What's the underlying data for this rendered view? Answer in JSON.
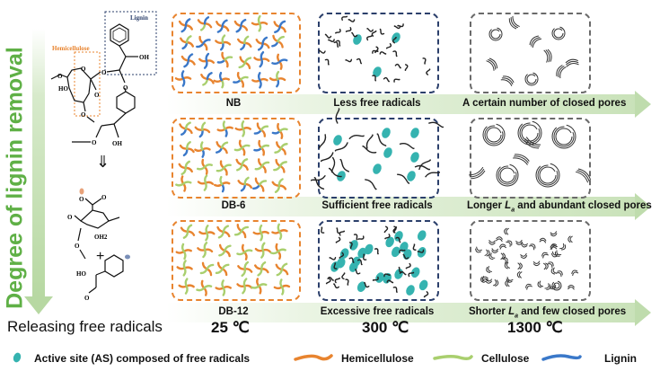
{
  "vertical_axis": {
    "label": "Degree of lignin removal",
    "color": "#5fb046"
  },
  "molecule": {
    "hemicellulose_label": "Hemicellulose",
    "lignin_label": "Lignin",
    "atoms": {
      "oh": "OH",
      "ho": "HO",
      "o": "O",
      "oh2": "OH2"
    },
    "transform_arrow": "⇓",
    "plus": "+"
  },
  "releasing_label": "Releasing free radicals",
  "rows": [
    {
      "sample": "NB",
      "stage2": "Less free radicals",
      "stage3": "A certain number of closed pores",
      "lignin_share": "high"
    },
    {
      "sample": "DB-6",
      "stage2": "Sufficient free radicals",
      "stage3_prefix": "Longer ",
      "stage3_sym": "La",
      "stage3_suffix": " and abundant closed pores",
      "lignin_share": "medium"
    },
    {
      "sample": "DB-12",
      "stage2": "Excessive free radicals",
      "stage3_prefix": "Shorter ",
      "stage3_sym": "La",
      "stage3_suffix": " and few closed pores",
      "lignin_share": "low"
    }
  ],
  "temperatures": [
    "25 ℃",
    "300 ℃",
    "1300 ℃"
  ],
  "legend": {
    "active_site": "Active site (AS) composed of free radicals",
    "hemicellulose": "Hemicellulose",
    "cellulose": "Cellulose",
    "lignin": "Lignin"
  },
  "colors": {
    "hemicellulose": "#e8842f",
    "cellulose": "#a9cf6e",
    "lignin": "#3a78c9",
    "active_site": "#35b3b0",
    "arrow_green": "#bfdcad",
    "panel_navy": "#2b3f6b",
    "panel_gray": "#6a6a6a"
  }
}
